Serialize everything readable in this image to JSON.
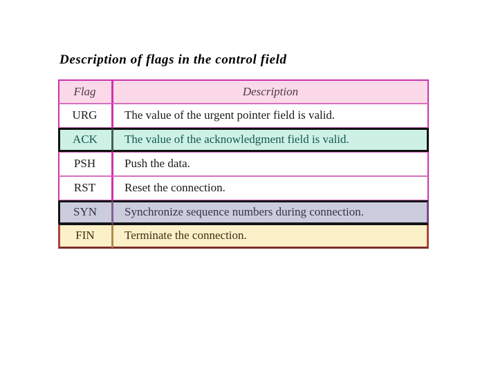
{
  "page": {
    "background_color": "#ffffff",
    "title": "Description of flags in the control field"
  },
  "table": {
    "columns": [
      {
        "key": "flag",
        "header": "Flag"
      },
      {
        "key": "description",
        "header": "Description"
      }
    ],
    "header_background": "#fbd9e8",
    "grid_color": "#cc33aa",
    "rows": [
      {
        "flag": "URG",
        "description": "The value of the urgent pointer field is valid.",
        "background": "#ffffff",
        "highlighted": false
      },
      {
        "flag": "ACK",
        "description": "The value of the acknowledgment field is valid.",
        "background": "#cdf2e5",
        "highlighted": true
      },
      {
        "flag": "PSH",
        "description": "Push the data.",
        "background": "#ffffff",
        "highlighted": false
      },
      {
        "flag": "RST",
        "description": "Reset the connection.",
        "background": "#ffffff",
        "highlighted": false
      },
      {
        "flag": "SYN",
        "description": "Synchronize sequence numbers during connection.",
        "background": "#ccccdf",
        "highlighted": true
      },
      {
        "flag": "FIN",
        "description": "Terminate the connection.",
        "background": "#fcf0c8",
        "highlighted": true
      }
    ]
  }
}
